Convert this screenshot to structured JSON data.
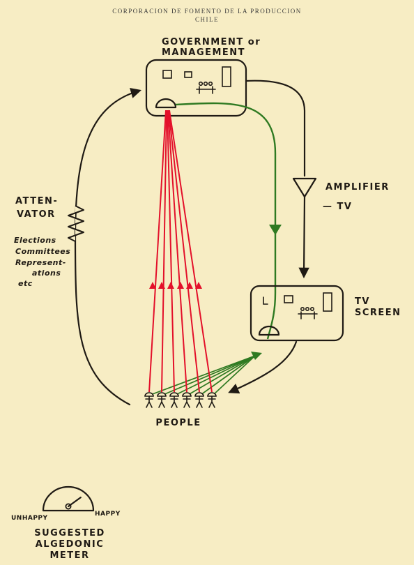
{
  "letterhead": {
    "line1": "CORPORACION   DE   FOMENTO   DE   LA   PRODUCCION",
    "line2": "CHILE"
  },
  "government": {
    "line1": "GOVERNMENT or",
    "line2": "MANAGEMENT"
  },
  "amplifier": {
    "line1": "AMPLIFIER",
    "line2": "— TV"
  },
  "tv_screen": {
    "line1": "TV",
    "line2": "SCREEN"
  },
  "attenuator": {
    "line1": "ATTEN-",
    "line2": "VATOR"
  },
  "channels": {
    "lines": [
      "Elections",
      "Committees",
      "Represent-",
      "ations",
      "etc"
    ]
  },
  "people": {
    "label": "PEOPLE",
    "count": 6
  },
  "meter": {
    "left": "UNHAPPY",
    "right": "HAPPY",
    "caption": [
      "SUGGESTED",
      "ALGEDONIC",
      "METER"
    ],
    "needle_value": 0.8
  },
  "colors": {
    "paper": "#f7edc4",
    "ink": "#1f1a14",
    "algedonic": "#e3102a",
    "broadcast": "#2f7a22"
  }
}
